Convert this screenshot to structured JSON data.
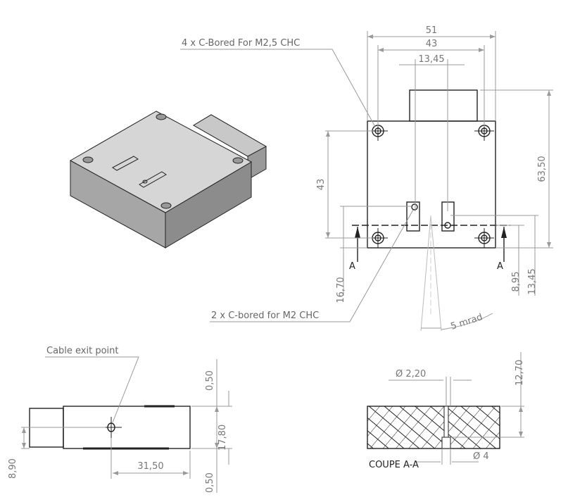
{
  "colors": {
    "outline": "#222222",
    "dimension": "#999999",
    "iso_top": "#d6d6d6",
    "iso_left": "#a6a6a6",
    "iso_right": "#8c8c8c"
  },
  "top_view": {
    "dim_width_total": "51",
    "dim_hole_spacing_x": "43",
    "dim_slot_spacing": "13,45",
    "dim_hole_spacing_y": "43",
    "dim_height_total": "63,50",
    "dim_slot_left_y": "16,70",
    "dim_section_y": "8,95",
    "dim_slot_right_y": "13,45",
    "section_marker_left": "A",
    "section_marker_right": "A",
    "callout_holes": "4 x C-Bored For M2,5 CHC",
    "callout_slots": "2 x C-bored for M2 CHC",
    "beam_divergence": "5 mrad"
  },
  "side_view": {
    "callout": "Cable exit point",
    "dim_top_gap": "0,50",
    "dim_height": "17,80",
    "dim_bottom_gap": "0,50",
    "dim_exit_height": "8,90",
    "dim_exit_x": "31,50"
  },
  "section_view": {
    "title": "COUPE A-A",
    "dim_small_bore": "Ø 2,20",
    "dim_large_bore": "Ø 4",
    "dim_depth": "12,70"
  }
}
